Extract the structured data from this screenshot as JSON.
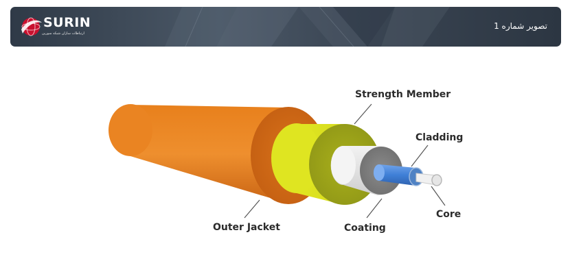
{
  "header": {
    "brand_name": "SURIN",
    "brand_tagline": "ارتباطات سازان شبکه سورین",
    "title": "تصویر شماره 1"
  },
  "diagram": {
    "labels": {
      "strength_member": "Strength Member",
      "cladding": "Cladding",
      "outer_jacket": "Outer Jacket",
      "coating": "Coating",
      "core": "Core"
    },
    "colors": {
      "outer_jacket": "#e07a1f",
      "strength_member": "#d7e021",
      "coating": "#e6e6e6",
      "cladding": "#3f7fd6",
      "core": "#f2f2f2"
    }
  }
}
